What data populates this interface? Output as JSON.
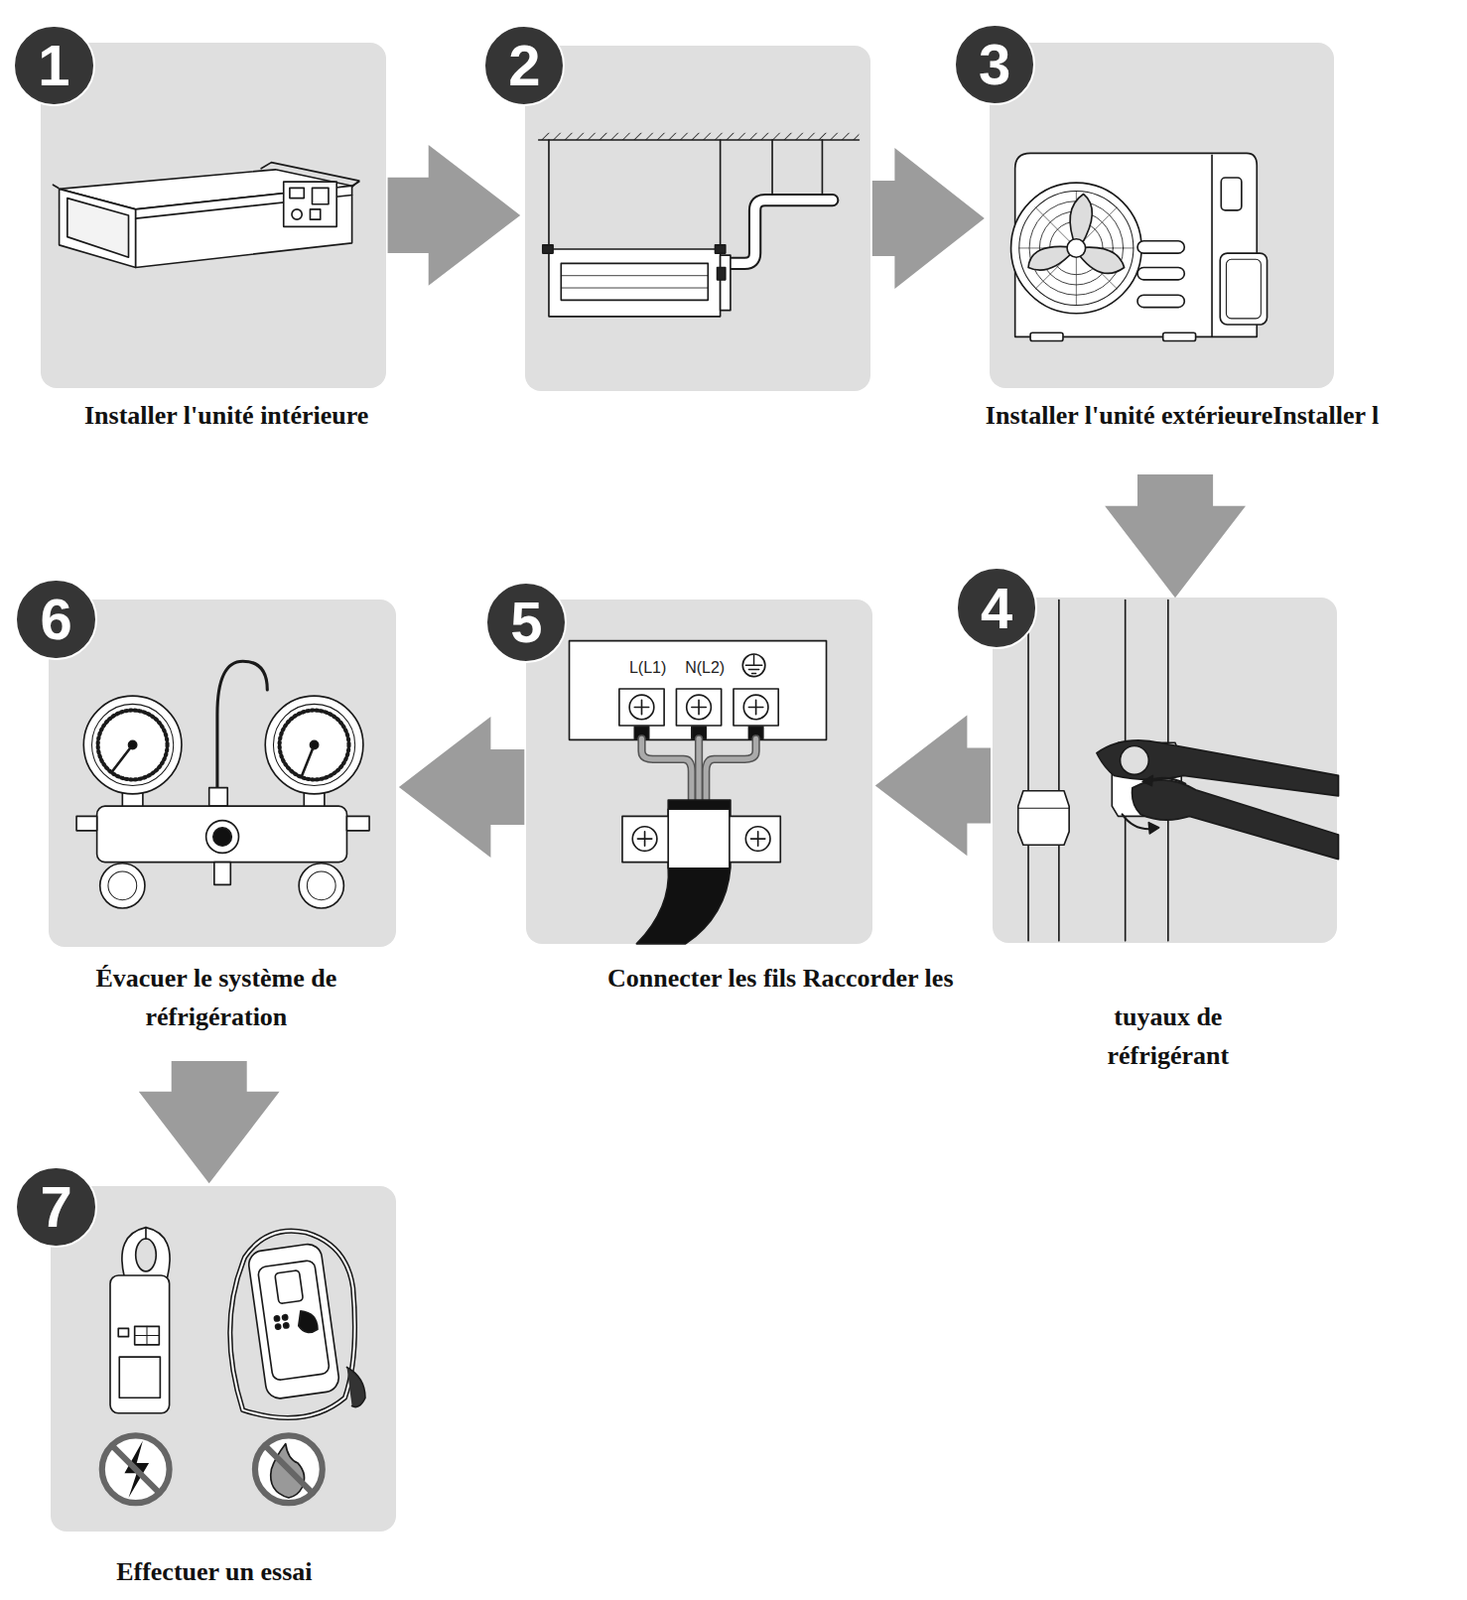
{
  "diagram": {
    "nodes": [
      {
        "text": [
          "1",
          "Installer l'unité intérieure"
        ]
      },
      {
        "text": [
          "2"
        ]
      },
      {
        "text": [
          "3",
          "Installer l'unité extérieureInstaller l"
        ]
      },
      {
        "text": [
          "4",
          "tuyaux de réfrigérant"
        ]
      },
      {
        "text": [
          "5",
          "Connecter les fils Raccorder les"
        ]
      },
      {
        "text": [
          "6",
          "Évacuer le système de réfrigération"
        ]
      },
      {
        "text": [
          "7",
          "Effectuer un essai"
        ]
      }
    ],
    "edges": [
      {
        "from": 0,
        "to": 1,
        "arrow": "to"
      },
      {
        "from": 1,
        "to": 2,
        "arrow": "to"
      },
      {
        "from": 2,
        "to": 3,
        "arrow": "to"
      },
      {
        "from": 3,
        "to": 4,
        "arrow": "to"
      },
      {
        "from": 4,
        "to": 5,
        "arrow": "to"
      },
      {
        "from": 5,
        "to": 6,
        "arrow": "to"
      }
    ],
    "labels": [
      "L(L1)",
      "N(L2)"
    ]
  }
}
